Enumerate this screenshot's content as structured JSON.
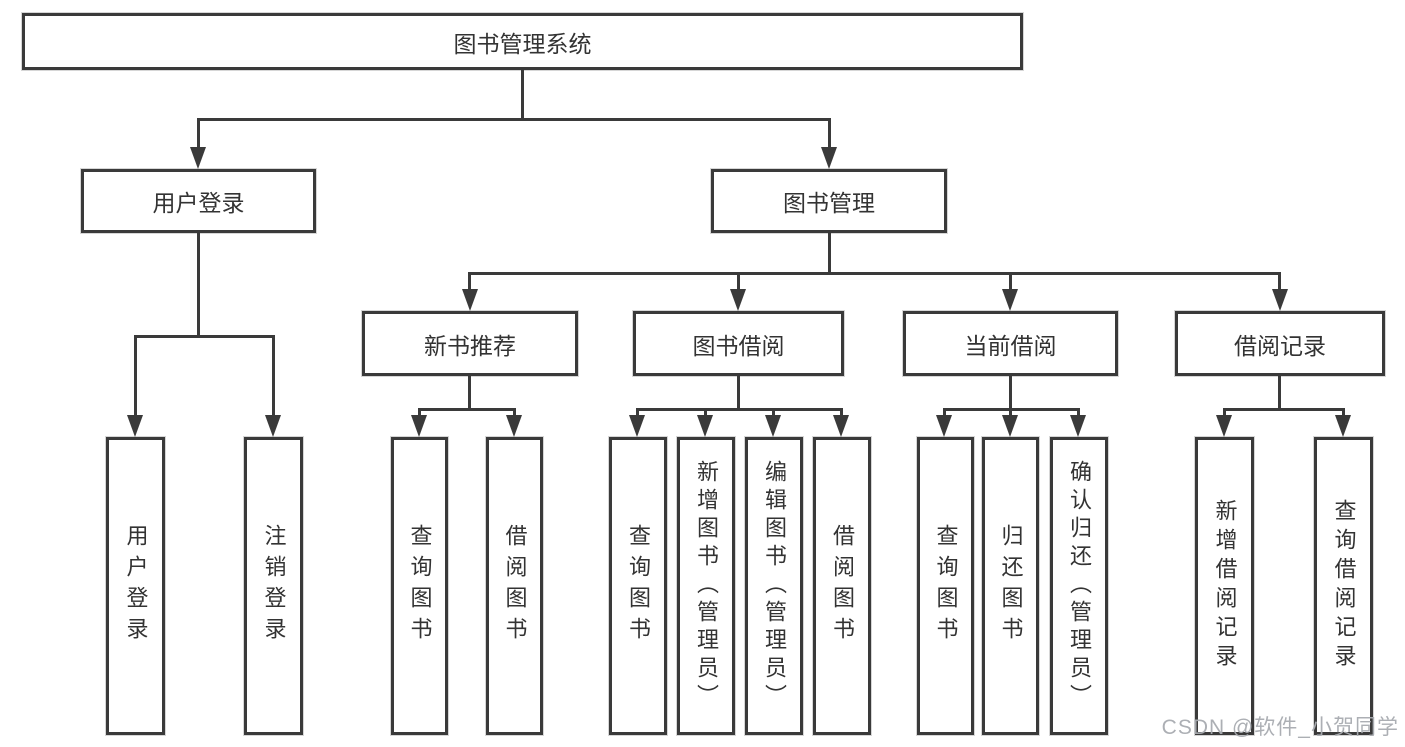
{
  "diagram": {
    "title": "图书管理系统",
    "root": {
      "label": "图书管理系统"
    },
    "branches": [
      {
        "label": "用户登录",
        "children": [
          {
            "label": "用户登录"
          },
          {
            "label": "注销登录"
          }
        ]
      },
      {
        "label": "图书管理",
        "children": [
          {
            "label": "新书推荐",
            "children": [
              {
                "label": "查询图书"
              },
              {
                "label": "借阅图书"
              }
            ]
          },
          {
            "label": "图书借阅",
            "children": [
              {
                "label": "查询图书"
              },
              {
                "label": "新增图书（管理员）"
              },
              {
                "label": "编辑图书（管理员）"
              },
              {
                "label": "借阅图书"
              }
            ]
          },
          {
            "label": "当前借阅",
            "children": [
              {
                "label": "查询图书"
              },
              {
                "label": "归还图书"
              },
              {
                "label": "确认归还（管理员）"
              }
            ]
          },
          {
            "label": "借阅记录",
            "children": [
              {
                "label": "新增借阅记录"
              },
              {
                "label": "查询借阅记录"
              }
            ]
          }
        ]
      }
    ]
  },
  "watermark": {
    "text": "CSDN @软件_小贺同学"
  },
  "colors": {
    "line": "#3a3a3a",
    "text": "#333333",
    "background": "#ffffff",
    "watermark": "#a8abb0"
  }
}
